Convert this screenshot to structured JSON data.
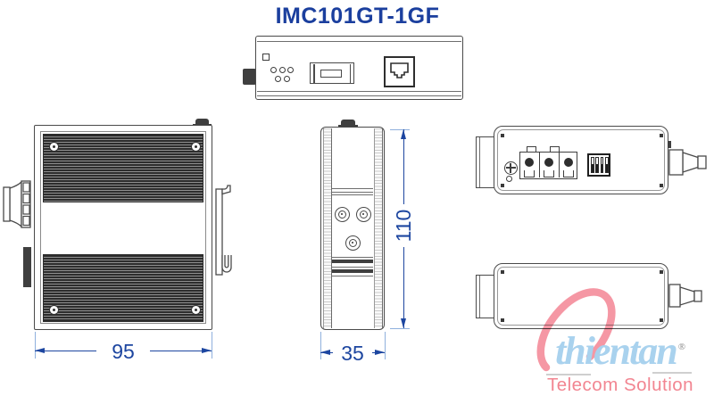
{
  "title": "IMC101GT-1GF",
  "dimensions": {
    "width": "95",
    "depth": "35",
    "height": "110"
  },
  "watermark": {
    "brand": "thientan",
    "registered_mark": "®",
    "tagline": "Telecom Solution"
  },
  "colors": {
    "title_blue": "#1b3f9e",
    "dimension_blue": "#1d46a0",
    "extension_line_blue": "#8fb0dd",
    "drawing_line": "#4a4a4a",
    "fin_dark": "#2d2d2d",
    "watermark_brand_blue": "#a9d2ee",
    "watermark_tagline_pink": "#f28591",
    "watermark_swirl_pink": "#f4919f"
  }
}
